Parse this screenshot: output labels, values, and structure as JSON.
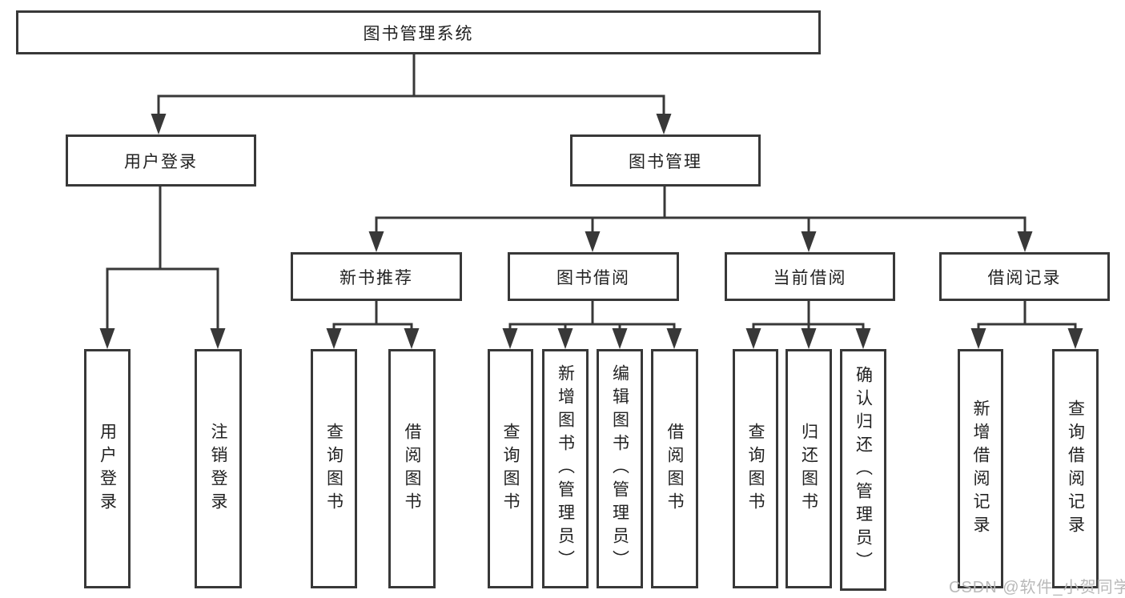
{
  "root": {
    "label": "图书管理系统"
  },
  "level2": [
    {
      "label": "用户登录"
    },
    {
      "label": "图书管理"
    }
  ],
  "level3": [
    {
      "label": "新书推荐"
    },
    {
      "label": "图书借阅"
    },
    {
      "label": "当前借阅"
    },
    {
      "label": "借阅记录"
    }
  ],
  "leaves": {
    "user_login": [
      "用户登录",
      "注销登录"
    ],
    "new_book": [
      "查询图书",
      "借阅图书"
    ],
    "book_borrow": [
      "查询图书",
      "新增图书（管理员）",
      "编辑图书（管理员）",
      "借阅图书"
    ],
    "current_borrow": [
      "查询图书",
      "归还图书",
      "确认归还（管理员）"
    ],
    "borrow_record": [
      "新增借阅记录",
      "查询借阅记录"
    ]
  },
  "watermark": {
    "text": "CSDN @软件_小贺同学"
  },
  "colors": {
    "line": "#383838",
    "text": "#222222",
    "watermark": "#b9b9b9",
    "background": "#ffffff"
  }
}
